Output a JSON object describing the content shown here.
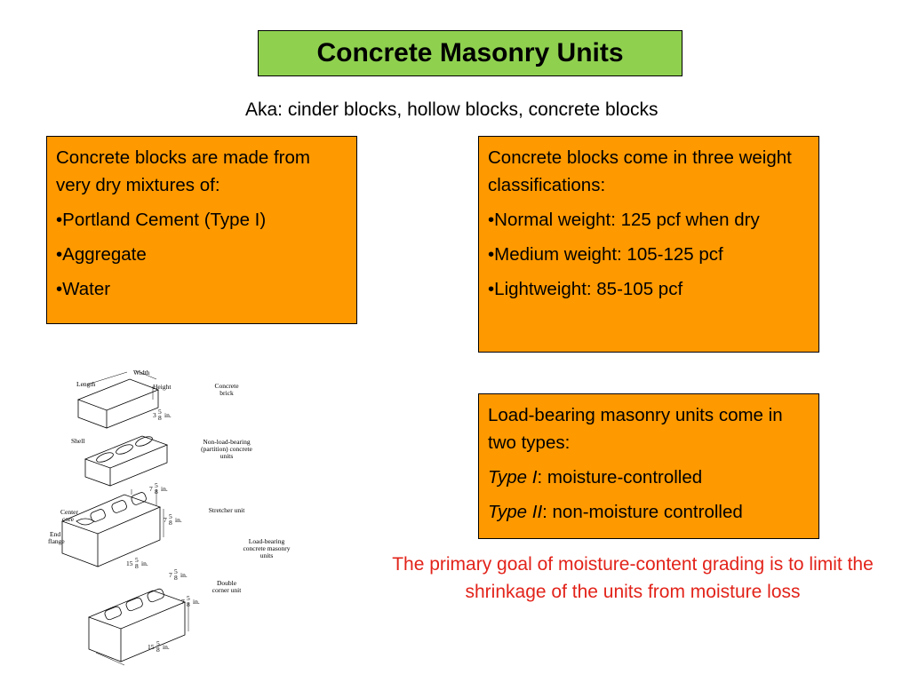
{
  "title": "Concrete Masonry Units",
  "aka": "Aka: cinder blocks, hollow blocks, concrete blocks",
  "materials_box": {
    "intro": "Concrete blocks are made from very dry mixtures of:",
    "items": [
      "•Portland Cement (Type I)",
      "•Aggregate",
      "•Water"
    ]
  },
  "weights_box": {
    "intro": "Concrete blocks come in three weight classifications:",
    "items": [
      "•Normal weight: 125 pcf when dry",
      "•Medium weight: 105-125 pcf",
      "•Lightweight: 85-105 pcf"
    ]
  },
  "load_box": {
    "intro": "Load-bearing masonry units come in two types:",
    "types": [
      {
        "name": "Type I",
        "desc": ": moisture-controlled"
      },
      {
        "name": "Type II",
        "desc": ": non-moisture controlled"
      }
    ]
  },
  "note": "The primary goal of moisture-content grading is to limit the shrinkage of the units from moisture loss",
  "colors": {
    "title_bg": "#8fd14f",
    "box_bg": "#ff9900",
    "note_text": "#e2231a"
  },
  "drawing": {
    "labels": {
      "length": "Length",
      "width": "Width",
      "height": "Height",
      "concrete_brick_1": "Concrete",
      "concrete_brick_2": "brick",
      "dim_brick": "3",
      "dim_brick_frac_num": "5",
      "dim_brick_frac_den": "8",
      "dim_brick_unit": "in.",
      "shell": "Shell",
      "nonload_1": "Non-load-bearing",
      "nonload_2": "(partition) concrete",
      "nonload_3": "units",
      "dim_a": "7",
      "dim_a_num": "5",
      "dim_a_den": "8",
      "dim_a_unit": "in.",
      "dim_b": "7",
      "dim_b_num": "5",
      "dim_b_den": "8",
      "dim_b_unit": "in.",
      "stretcher": "Stretcher unit",
      "center_core_1": "Center",
      "center_core_2": "core",
      "end_flange_1": "End",
      "end_flange_2": "flange",
      "loadbearing_1": "Load-bearing",
      "loadbearing_2": "concrete masonry",
      "loadbearing_3": "units",
      "dim_c": "15",
      "dim_c_num": "5",
      "dim_c_den": "8",
      "dim_c_unit": "in.",
      "dim_d": "7",
      "dim_d_num": "5",
      "dim_d_den": "8",
      "dim_d_unit": "in.",
      "dim_e": "7",
      "dim_e_num": "5",
      "dim_e_den": "8",
      "dim_e_unit": "in.",
      "double_corner_1": "Double",
      "double_corner_2": "corner unit",
      "dim_f": "15",
      "dim_f_num": "5",
      "dim_f_den": "8",
      "dim_f_unit": "in."
    }
  }
}
